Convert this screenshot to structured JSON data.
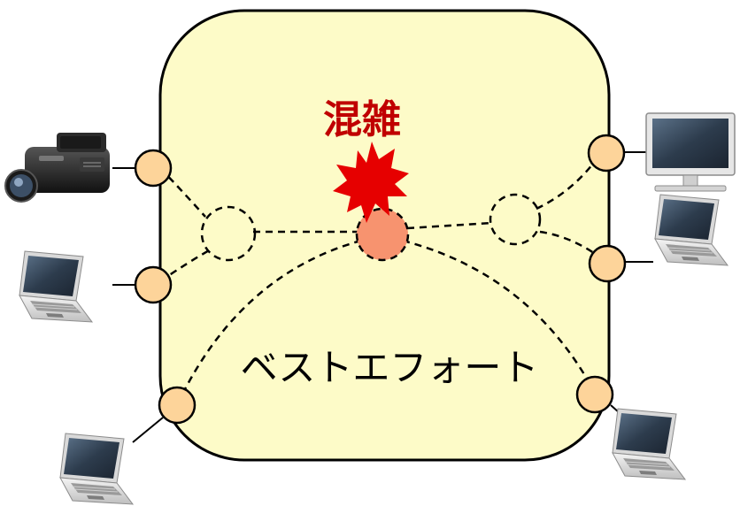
{
  "diagram": {
    "congestion_label": "混雑",
    "network_label": "ベストエフォート"
  },
  "colors": {
    "network_fill": "#fdfbc8",
    "node_fill": "#fdd49a",
    "congested_node_fill": "#f7936f",
    "congestion_text": "#c00000",
    "burst": "#e60000",
    "outline": "#000000"
  },
  "devices": [
    {
      "name": "video-camera",
      "icon": "video-camera-icon"
    },
    {
      "name": "laptop-left-middle",
      "icon": "laptop-icon"
    },
    {
      "name": "laptop-left-bottom",
      "icon": "laptop-icon"
    },
    {
      "name": "monitor-right-top",
      "icon": "monitor-icon"
    },
    {
      "name": "laptop-right-middle",
      "icon": "laptop-icon"
    },
    {
      "name": "laptop-right-bottom",
      "icon": "laptop-icon"
    }
  ]
}
